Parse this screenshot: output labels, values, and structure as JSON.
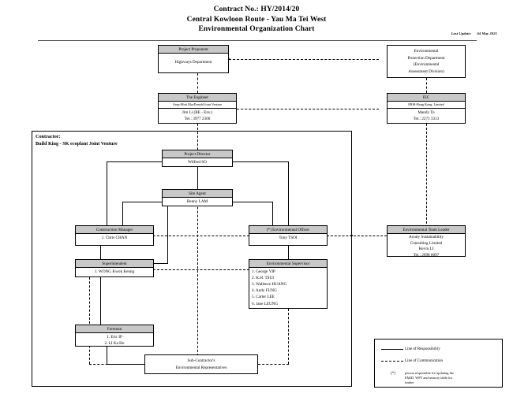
{
  "title": {
    "line1": "Contract No.: HY/2014/20",
    "line2": "Central Kowloon Route - Yau Ma Tei West",
    "line3": "Environmental Organization Chart"
  },
  "last_update": {
    "label": "Last Update:",
    "date": "04 May 2021"
  },
  "contractor_frame": {
    "label_line1": "Contractor:",
    "label_line2": "Build King - SK ecoplant Joint Venture"
  },
  "boxes": {
    "project_proponent": {
      "header": "Project Proponent",
      "body": "Highways Department"
    },
    "epd": {
      "line1": "Environmental",
      "line2": "Protection Department",
      "line3": "(Environmental",
      "line4": "Assessment Division)"
    },
    "engineer": {
      "header": "The Engineer",
      "sub": "Arup-Mott MacDonald Joint Venture",
      "name": "Jim Li (RE - Env.)",
      "tel": "Tel.: 3977 2300"
    },
    "iec": {
      "header": "IEC",
      "sub": "ERM-Hong Kong, Limited",
      "name": "Mandy To",
      "tel": "Tel.: 2271 3313"
    },
    "project_director": {
      "header": "Project Director",
      "body": "Wilfred SO"
    },
    "site_agent": {
      "header": "Site Agent",
      "body": "Benny LAM"
    },
    "construction_manager": {
      "header": "Construction Manager",
      "body": "1. Chris CHAN"
    },
    "environmental_officer": {
      "header": "(*) Environmental Officer",
      "body": "Tony TSOI"
    },
    "environmental_team_leader": {
      "header": "Environmental Team Leader",
      "line1": "Acuity Sustainability",
      "line2": "Consulting Limited",
      "line3": "Kevin LI",
      "line4": "Tel.: 2698 6097"
    },
    "superintendent": {
      "header": "Superintendent",
      "body": "1. WONG Kwok Keung"
    },
    "environmental_supervisor": {
      "header": "Environmental Supervisor",
      "members": [
        "1. George YIP",
        "2. K.H. TSUI",
        "3. Wallence HUANG",
        "4. Andy FUNG",
        "5. Carter LEE",
        "6. Jane LEUNG"
      ]
    },
    "foreman": {
      "header": "Foreman",
      "member1": "1. Eric IP",
      "member2": "2. LI Ka Ho"
    },
    "sub_contractor": {
      "line1": "Sub-Contractor's",
      "line2": "Environmental Representatives"
    }
  },
  "legend": {
    "responsibility": "Line of Responsibility",
    "communication": "Line of Communication",
    "star_symbol": "(*)",
    "star_note_line1": "person responsible for updating the",
    "star_note_line2": "EMiD, WPT and sensory table for",
    "star_note_line3": "timber"
  },
  "colors": {
    "header_fill": "#c8c8c8",
    "line": "#000000",
    "background": "#ffffff"
  }
}
